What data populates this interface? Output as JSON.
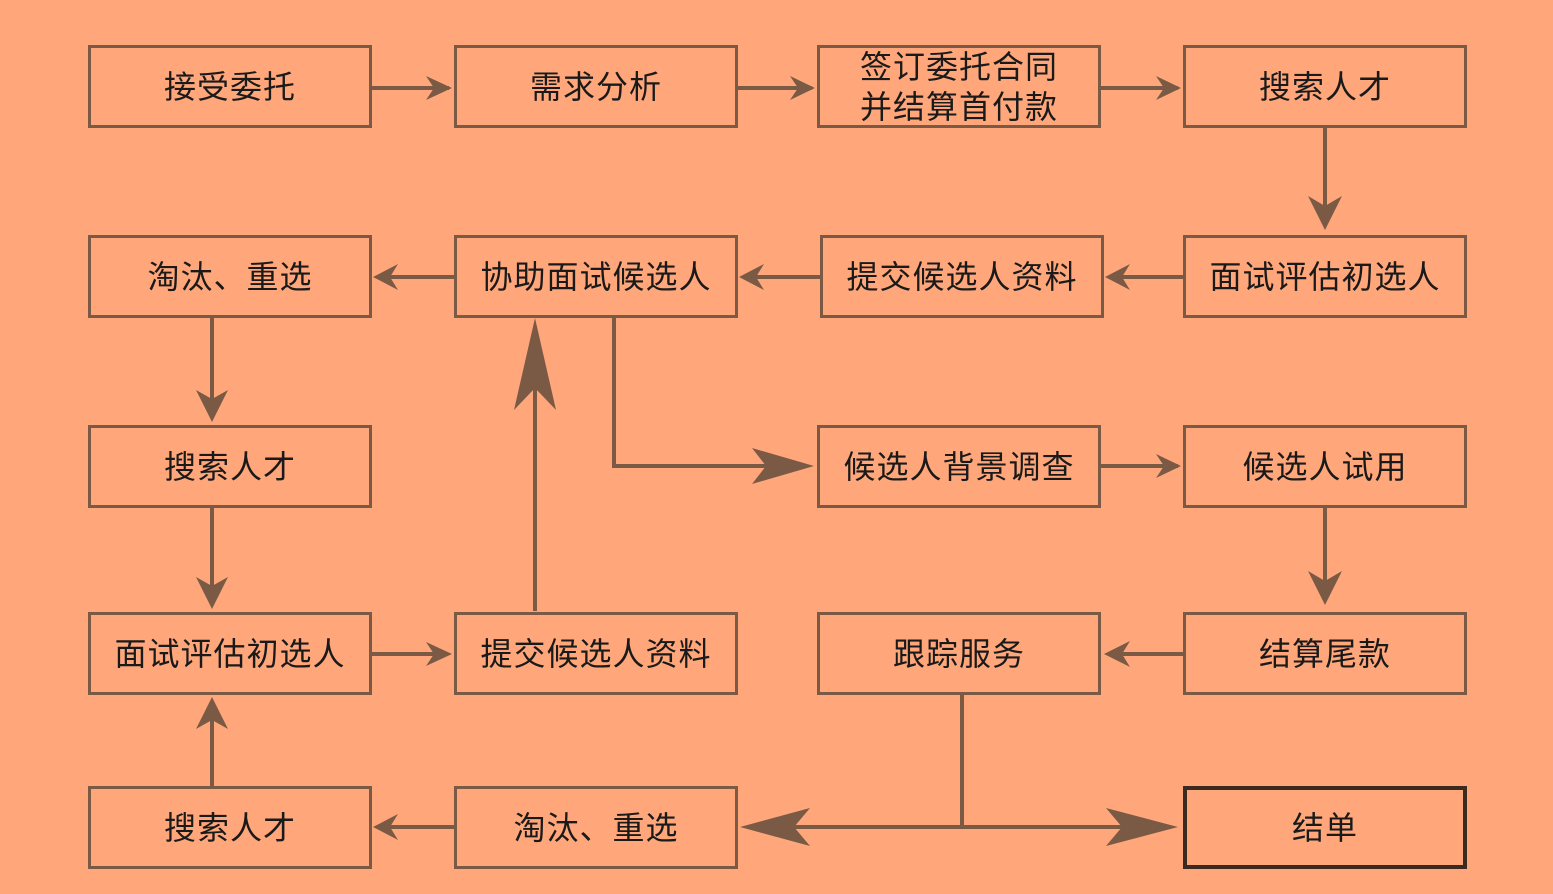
{
  "colors": {
    "background": "#FFA77A",
    "border": "#7A5A45",
    "arrow": "#7A5A45",
    "text": "#1a1a1a",
    "end_border": "#3B2A20"
  },
  "nodes": {
    "accept_commission": "接受委托",
    "needs_analysis": "需求分析",
    "sign_contract": "签订委托合同\n并结算首付款",
    "search_talent_1": "搜索人才",
    "interview_assess_1": "面试评估初选人",
    "submit_profiles_1": "提交候选人资料",
    "assist_interview": "协助面试候选人",
    "eliminate_reselect_1": "淘汰、重选",
    "search_talent_2": "搜索人才",
    "background_check": "候选人背景调查",
    "candidate_trial": "候选人试用",
    "interview_assess_2": "面试评估初选人",
    "submit_profiles_2": "提交候选人资料",
    "tracking_service": "跟踪服务",
    "final_payment": "结算尾款",
    "search_talent_3": "搜索人才",
    "eliminate_reselect_2": "淘汰、重选",
    "close_case": "结单"
  }
}
